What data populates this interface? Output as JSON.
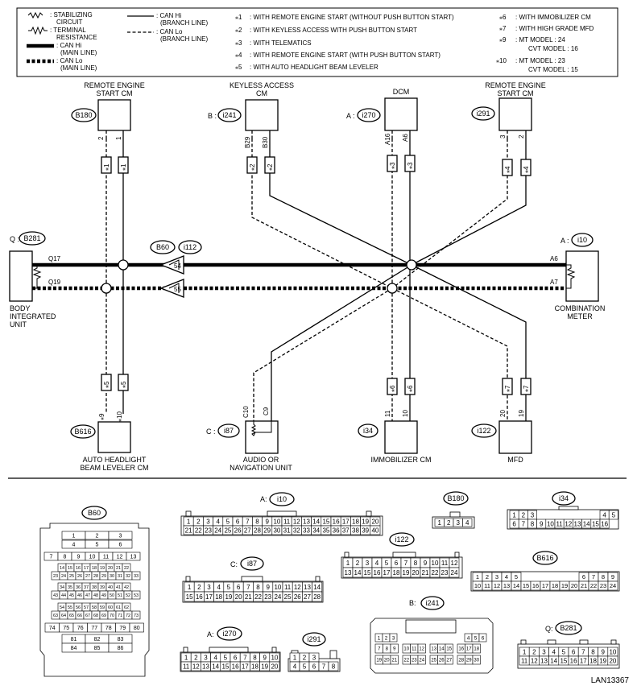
{
  "legend": {
    "stabilizing": ": STABILIZING",
    "stabilizing2": "CIRCUIT",
    "terminal": ": TERMINAL",
    "terminal2": "RESISTANCE",
    "canhi_main": ": CAN Hi",
    "canhi_main2": "(MAIN LINE)",
    "canlo_main": ": CAN Lo",
    "canlo_main2": "(MAIN LINE)",
    "canhi_branch": ": CAN Hi",
    "canhi_branch2": "(BRANCH LINE)",
    "canlo_branch": ": CAN Lo",
    "canlo_branch2": "(BRANCH LINE)",
    "notes": [
      {
        "mark": "⁎1",
        "text": ": WITH REMOTE ENGINE START (WITHOUT PUSH BUTTON START)"
      },
      {
        "mark": "⁎2",
        "text": ": WITH KEYLESS ACCESS WITH PUSH BUTTON START"
      },
      {
        "mark": "⁎3",
        "text": ": WITH TELEMATICS"
      },
      {
        "mark": "⁎4",
        "text": ": WITH REMOTE ENGINE START (WITH PUSH BUTTON START)"
      },
      {
        "mark": "⁎5",
        "text": ": WITH AUTO HEADLIGHT BEAM LEVELER"
      }
    ],
    "notes2": [
      {
        "mark": "⁎6",
        "text": ": WITH IMMOBILIZER CM"
      },
      {
        "mark": "⁎7",
        "text": ": WITH HIGH GRADE MFD"
      },
      {
        "mark": "⁎9",
        "text": ": MT MODEL : 24",
        "text2": "CVT MODEL : 16"
      },
      {
        "mark": "⁎10",
        "text": ": MT MODEL : 23",
        "text2": "CVT MODEL : 15"
      }
    ]
  },
  "modules": {
    "res_top": {
      "name1": "REMOTE ENGINE",
      "name2": "START CM",
      "conn": "B180",
      "pinA": "2",
      "pinB": "1",
      "noteA": "⁎1",
      "noteB": "⁎1"
    },
    "keyless": {
      "name1": "KEYLESS ACCESS",
      "name2": "CM",
      "prefix": "B :",
      "conn": "i241",
      "pinA": "B29",
      "pinB": "B30",
      "noteA": "⁎2",
      "noteB": "⁎2"
    },
    "dcm": {
      "name1": "DCM",
      "prefix": "A :",
      "conn": "i270",
      "pinA": "A16",
      "pinB": "A6",
      "noteA": "⁎3",
      "noteB": "⁎3"
    },
    "res_push": {
      "name1": "REMOTE ENGINE",
      "name2": "START CM",
      "conn": "i291",
      "pinA": "3",
      "pinB": "2",
      "noteA": "⁎4",
      "noteB": "⁎4"
    },
    "body": {
      "name1": "BODY",
      "name2": "INTEGRATED",
      "name3": "UNIT",
      "prefix": "Q :",
      "conn": "B281",
      "pinHi": "Q17",
      "pinLo": "Q19"
    },
    "combi": {
      "name1": "COMBINATION",
      "name2": "METER",
      "prefix": "A :",
      "conn": "i10",
      "pinHi": "A6",
      "pinLo": "A7"
    },
    "joint": {
      "conn1": "B60",
      "conn2": "i112",
      "pinHi": "54",
      "pinLo": "55"
    },
    "leveler": {
      "name1": "AUTO HEADLIGHT",
      "name2": "BEAM LEVELER CM",
      "conn": "B616",
      "pinA": "⁎9",
      "pinB": "⁎10",
      "noteA": "⁎5",
      "noteB": "⁎5"
    },
    "audio": {
      "name1": "AUDIO OR",
      "name2": "NAVIGATION UNIT",
      "prefix": "C :",
      "conn": "i87",
      "pinA": "C10",
      "pinB": "C9"
    },
    "immo": {
      "name1": "IMMOBILIZER CM",
      "conn": "i34",
      "pinA": "11",
      "pinB": "10",
      "noteA": "⁎6",
      "noteB": "⁎6"
    },
    "mfd": {
      "name1": "MFD",
      "conn": "i122",
      "pinA": "20",
      "pinB": "19",
      "noteA": "⁎7",
      "noteB": "⁎7"
    }
  },
  "connectors": {
    "b60": {
      "label": "B60"
    },
    "i10": {
      "prefix": "A:",
      "label": "i10",
      "row1": [
        "1",
        "2",
        "3",
        "4",
        "5",
        "6",
        "7",
        "8",
        "9",
        "10",
        "11",
        "12",
        "13",
        "14",
        "15",
        "16",
        "17",
        "18",
        "19",
        "20"
      ],
      "row2": [
        "21",
        "22",
        "23",
        "24",
        "25",
        "26",
        "27",
        "28",
        "29",
        "30",
        "31",
        "32",
        "33",
        "34",
        "35",
        "36",
        "37",
        "38",
        "39",
        "40"
      ]
    },
    "b180": {
      "label": "B180",
      "row1": [
        "1",
        "2",
        "3",
        "4"
      ]
    },
    "i34": {
      "label": "i34",
      "row1": [
        "1",
        "2",
        "3",
        "",
        "",
        "",
        "",
        "",
        "",
        "",
        "4",
        "5"
      ],
      "row2": [
        "6",
        "7",
        "8",
        "9",
        "10",
        "11",
        "12",
        "13",
        "14",
        "15",
        "16"
      ]
    },
    "i122": {
      "label": "i122",
      "row1": [
        "1",
        "2",
        "3",
        "4",
        "5",
        "6",
        "7",
        "8",
        "9",
        "10",
        "11",
        "12"
      ],
      "row2": [
        "13",
        "14",
        "15",
        "16",
        "17",
        "18",
        "19",
        "20",
        "21",
        "22",
        "23",
        "24"
      ]
    },
    "i87": {
      "prefix": "C:",
      "label": "i87",
      "row1": [
        "1",
        "2",
        "3",
        "4",
        "5",
        "6",
        "7",
        "8",
        "9",
        "10",
        "11",
        "12",
        "13",
        "14"
      ],
      "row2": [
        "15",
        "16",
        "17",
        "18",
        "19",
        "20",
        "21",
        "22",
        "23",
        "24",
        "25",
        "26",
        "27",
        "28"
      ]
    },
    "b616": {
      "label": "B616",
      "row1": [
        "1",
        "2",
        "3",
        "4",
        "5",
        "",
        "",
        "",
        "",
        "",
        "",
        "6",
        "7",
        "8",
        "9"
      ],
      "row2": [
        "10",
        "11",
        "12",
        "13",
        "14",
        "15",
        "16",
        "17",
        "18",
        "19",
        "20",
        "21",
        "22",
        "23",
        "24"
      ]
    },
    "i241": {
      "prefix": "B:",
      "label": "i241"
    },
    "i270": {
      "prefix": "A:",
      "label": "i270",
      "row1": [
        "1",
        "2",
        "3",
        "4",
        "5",
        "6",
        "7",
        "8",
        "9",
        "10"
      ],
      "row2": [
        "11",
        "12",
        "13",
        "14",
        "15",
        "16",
        "17",
        "18",
        "19",
        "20"
      ]
    },
    "i291": {
      "label": "i291",
      "row1": [
        "1",
        "2",
        "3"
      ],
      "row2": [
        "4",
        "5",
        "6",
        "7",
        "8"
      ]
    },
    "b281": {
      "prefix": "Q:",
      "label": "B281",
      "row1": [
        "1",
        "2",
        "3",
        "4",
        "5",
        "6",
        "7",
        "8",
        "9",
        "10"
      ],
      "row2": [
        "11",
        "12",
        "13",
        "14",
        "15",
        "16",
        "17",
        "18",
        "19",
        "20"
      ]
    }
  },
  "b60_rows": [
    [
      "1",
      "2",
      "3"
    ],
    [
      "4",
      "5",
      "6"
    ],
    [
      "7",
      "8",
      "9",
      "10",
      "11",
      "12",
      "13"
    ],
    [
      "14",
      "15",
      "16",
      "17",
      "18",
      "19",
      "20",
      "21",
      "22"
    ],
    [
      "23",
      "24",
      "25",
      "26",
      "27",
      "28",
      "29",
      "30",
      "31",
      "32",
      "33"
    ],
    [
      "34",
      "35",
      "36",
      "37",
      "38",
      "39",
      "40",
      "41",
      "42"
    ],
    [
      "43",
      "44",
      "45",
      "46",
      "47",
      "48",
      "49",
      "50",
      "51",
      "52",
      "53"
    ],
    [
      "54",
      "55",
      "56",
      "57",
      "58",
      "59",
      "60",
      "61",
      "62"
    ],
    [
      "63",
      "64",
      "65",
      "66",
      "67",
      "68",
      "69",
      "70",
      "71",
      "72",
      "73"
    ],
    [
      "74",
      "75",
      "76",
      "77",
      "78",
      "79",
      "80"
    ],
    [
      "81",
      "82",
      "83"
    ],
    [
      "84",
      "85",
      "86"
    ]
  ],
  "i241_rows": [
    [
      "1",
      "2",
      "3"
    ],
    [
      "4",
      "5",
      "6"
    ],
    [
      "7",
      "8",
      "9",
      "10",
      "11",
      "12",
      "13",
      "14",
      "15",
      "16",
      "17",
      "18"
    ],
    [
      "19",
      "20",
      "21",
      "22",
      "23",
      "24",
      "25",
      "26",
      "27",
      "28",
      "29",
      "30"
    ]
  ],
  "footer": {
    "code": "LAN13367"
  }
}
